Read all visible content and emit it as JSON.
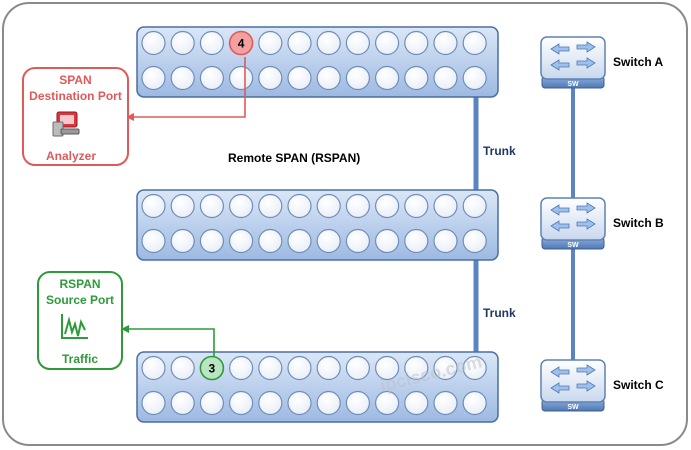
{
  "title": "Remote SPAN (RSPAN)",
  "watermark": "ipcisco.com",
  "colors": {
    "panel_light": "#dbe7f7",
    "panel_dark": "#9db9e2",
    "panel_border": "#4a6fa0",
    "port_border": "#6f8db8",
    "trunk": "#5b84c2",
    "destination": "#e05a5a",
    "source": "#2e9a3a",
    "dest_port_fill": "#f4a0a0",
    "src_port_fill": "#b9e6c0",
    "label": "#1f3864",
    "text": "#000000"
  },
  "panels": [
    {
      "id": "top",
      "ports_per_row": 12,
      "rows": 2
    },
    {
      "id": "middle",
      "ports_per_row": 12,
      "rows": 2
    },
    {
      "id": "bottom",
      "ports_per_row": 12,
      "rows": 2
    }
  ],
  "highlighted_ports": [
    {
      "panel": "top",
      "row": 0,
      "col": 3,
      "label": "4",
      "role": "destination"
    },
    {
      "panel": "bottom",
      "row": 0,
      "col": 2,
      "label": "3",
      "role": "source"
    }
  ],
  "trunks": [
    {
      "label": "Trunk"
    },
    {
      "label": "Trunk"
    }
  ],
  "destination_box": {
    "line1": "SPAN",
    "line2": "Destination Port",
    "line3": "Analyzer",
    "icon": "analyzer-computer-icon"
  },
  "source_box": {
    "line1": "RSPAN",
    "line2": "Source Port",
    "line3": "Traffic",
    "icon": "traffic-graph-icon"
  },
  "switches": [
    {
      "name": "Switch A",
      "badge": "SW"
    },
    {
      "name": "Switch B",
      "badge": "SW"
    },
    {
      "name": "Switch C",
      "badge": "SW"
    }
  ]
}
